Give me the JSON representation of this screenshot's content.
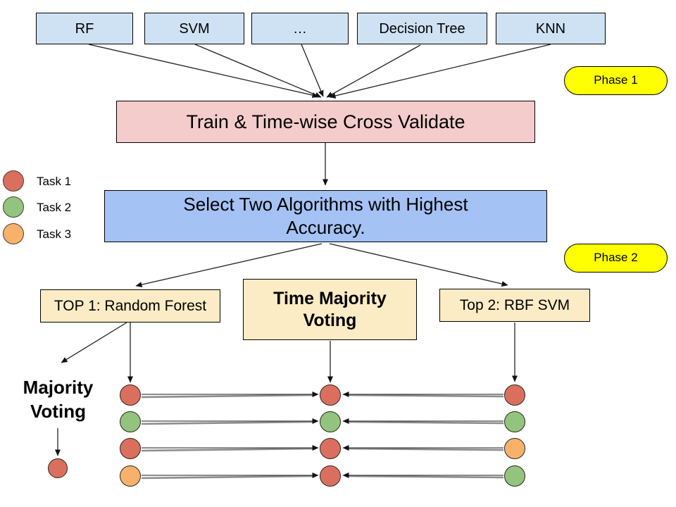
{
  "colors": {
    "algo_box": "#cfe2f3",
    "train_box": "#f4cccc",
    "select_box": "#a4c2f4",
    "phase_pill": "#ffff00",
    "result_box": "#fbecc5",
    "task1": "#db6f5d",
    "task2": "#93c47d",
    "task3": "#f6b26b"
  },
  "algorithms": [
    {
      "label": "RF"
    },
    {
      "label": "SVM"
    },
    {
      "label": "…"
    },
    {
      "label": "Decision Tree"
    },
    {
      "label": "KNN"
    }
  ],
  "phases": {
    "phase1": "Phase 1",
    "phase2": "Phase 2"
  },
  "train_box": {
    "label": "Train & Time-wise Cross Validate"
  },
  "select_box": {
    "line1": "Select Two Algorithms with Highest",
    "line2": "Accuracy."
  },
  "legend": {
    "items": [
      {
        "label": "Task 1",
        "color": "#db6f5d"
      },
      {
        "label": "Task 2",
        "color": "#93c47d"
      },
      {
        "label": "Task 3",
        "color": "#f6b26b"
      }
    ]
  },
  "phase2_section": {
    "top1_label": "TOP 1: Random Forest",
    "tmv_line1": "Time Majority",
    "tmv_line2": "Voting",
    "top2_label": "Top 2: RBF SVM",
    "majority_line1": "Majority",
    "majority_line2": "Voting"
  },
  "dot_columns": {
    "left": [
      "#db6f5d",
      "#93c47d",
      "#db6f5d",
      "#f6b26b"
    ],
    "middle": [
      "#db6f5d",
      "#93c47d",
      "#db6f5d",
      "#db6f5d"
    ],
    "right": [
      "#db6f5d",
      "#93c47d",
      "#f6b26b",
      "#93c47d"
    ],
    "majority_result": "#db6f5d"
  }
}
